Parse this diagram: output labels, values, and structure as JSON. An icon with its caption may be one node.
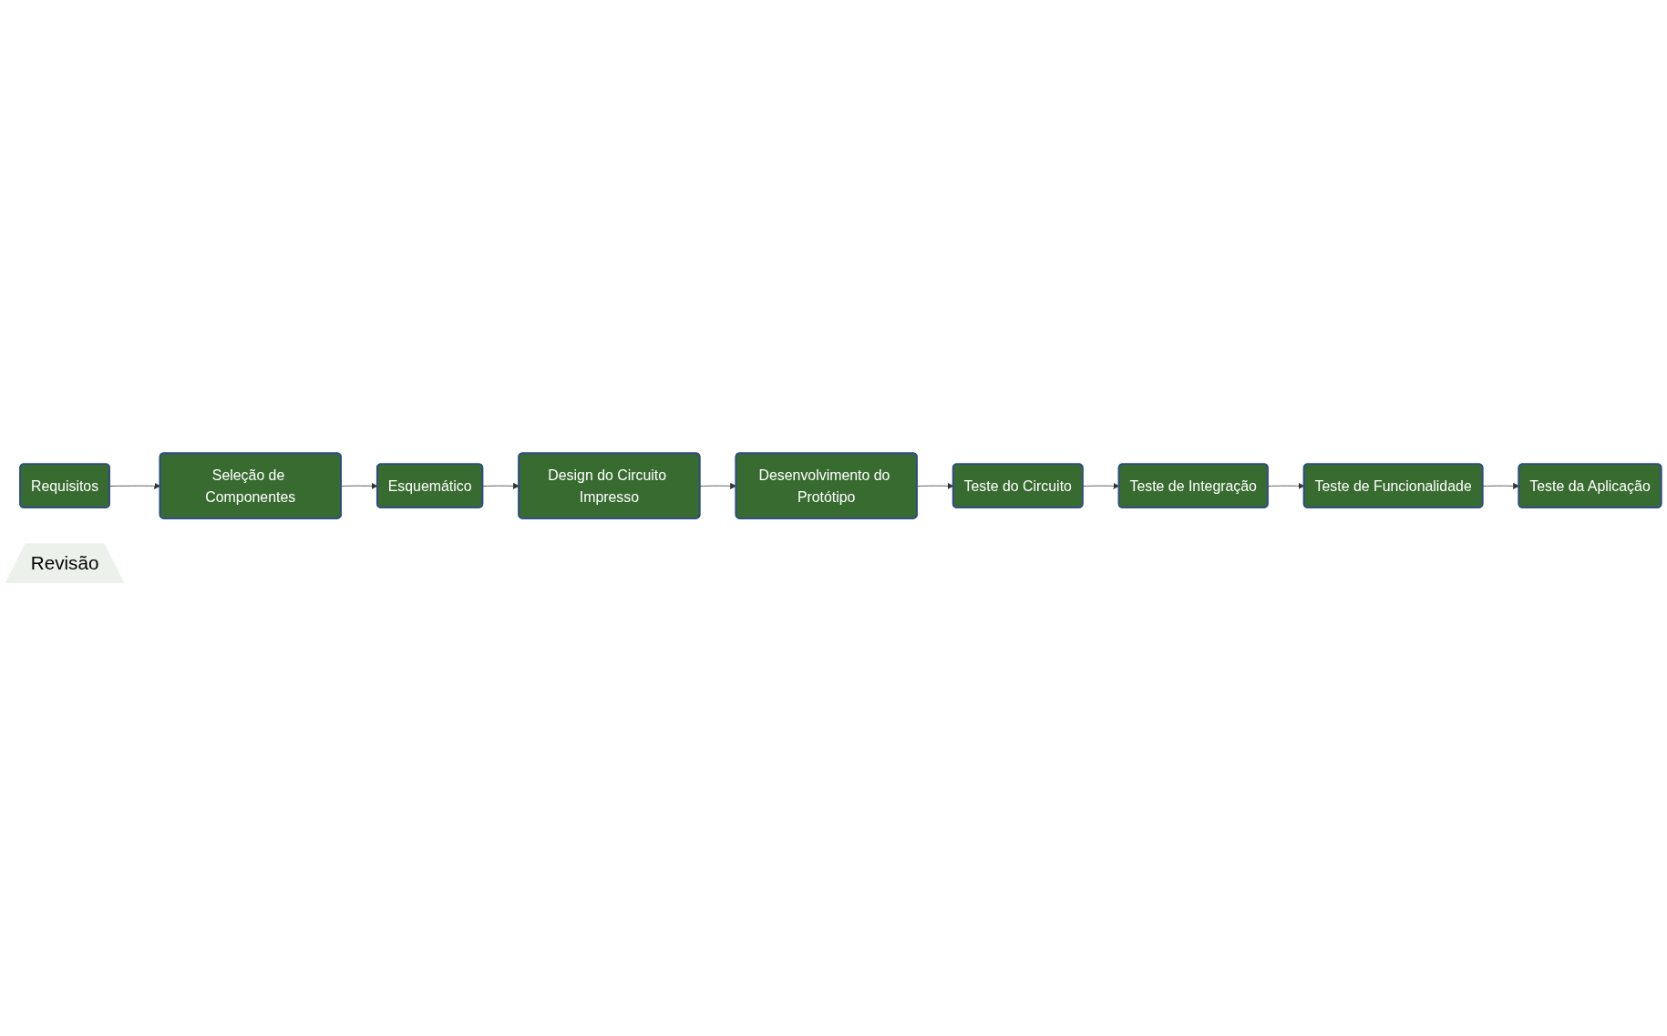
{
  "diagram": {
    "nodes": [
      {
        "text": [
          "Requisitos"
        ]
      },
      {
        "text": [
          "Seleção de Componentes"
        ]
      },
      {
        "text": [
          "Esquemático"
        ]
      },
      {
        "text": [
          "Design do Circuito Impresso"
        ]
      },
      {
        "text": [
          "Desenvolvimento do Protótipo"
        ]
      },
      {
        "text": [
          "Teste do Circuito"
        ]
      },
      {
        "text": [
          "Teste de Integração"
        ]
      },
      {
        "text": [
          "Teste de Funcionalidade"
        ]
      },
      {
        "text": [
          "Teste da Aplicação"
        ]
      },
      {
        "text": [
          "Revisão"
        ]
      }
    ],
    "edges": [
      {
        "from": 0,
        "to": 1,
        "arrow": "to"
      },
      {
        "from": 1,
        "to": 2,
        "arrow": "to"
      },
      {
        "from": 2,
        "to": 3,
        "arrow": "to"
      },
      {
        "from": 3,
        "to": 4,
        "arrow": "to"
      },
      {
        "from": 4,
        "to": 5,
        "arrow": "to"
      },
      {
        "from": 5,
        "to": 6,
        "arrow": "to"
      },
      {
        "from": 6,
        "to": 7,
        "arrow": "to"
      },
      {
        "from": 7,
        "to": 8,
        "arrow": "to"
      }
    ]
  }
}
